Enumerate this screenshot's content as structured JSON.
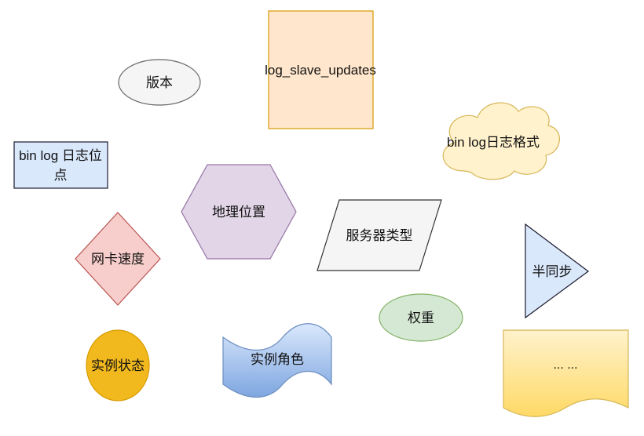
{
  "shapes": {
    "version": "版本",
    "log_slave_updates": "log_slave_updates",
    "binlog_position": [
      "bin log 日志位",
      "点"
    ],
    "binlog_format": "bin log日志格式",
    "geo_location": "地理位置",
    "server_type": "服务器类型",
    "nic_speed": "网卡速度",
    "semi_sync": "半同步",
    "weight": "权重",
    "instance_status": "实例状态",
    "instance_role": "实例角色",
    "more": "... ..."
  },
  "colors": {
    "gray_fill": "#f5f5f5",
    "gray_stroke": "#666666",
    "orange_fill": "#ffe6cc",
    "orange_stroke": "#d79b00",
    "blue_fill": "#dae8fc",
    "blue_stroke": "#6c8ebf",
    "yellow_fill": "#fff2cc",
    "yellow_stroke": "#d6b656",
    "purple_fill": "#e1d5e7",
    "purple_stroke": "#9673a6",
    "red_fill": "#f8cecc",
    "red_stroke": "#b85450",
    "green_fill": "#d5e8d4",
    "green_stroke": "#82b366",
    "amber_fill": "#f2b91e",
    "amber_stroke": "#d79b00",
    "navy_stroke": "#1a1a2e"
  }
}
